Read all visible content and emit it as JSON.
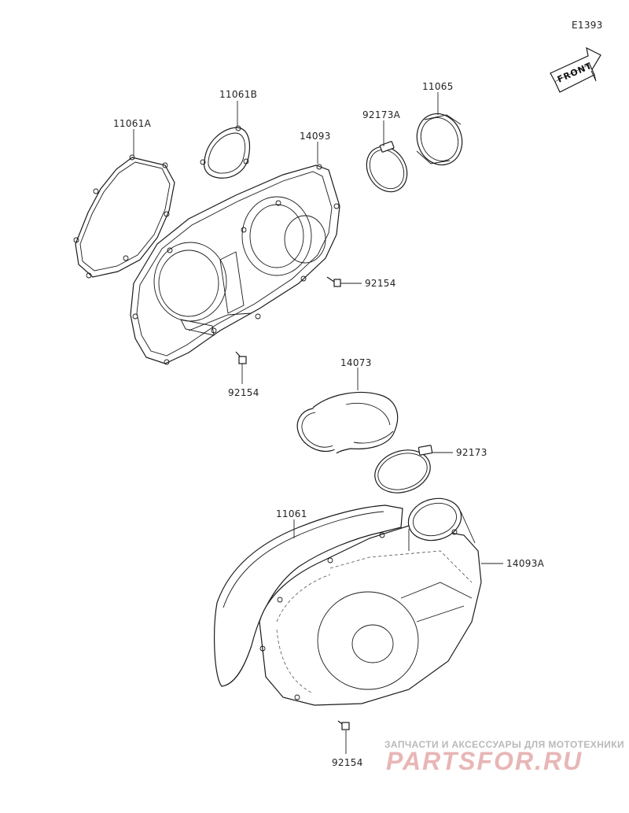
{
  "diagram_code": "E1393",
  "front_label": "FRONT",
  "parts": {
    "gasket_a": "11061A",
    "gasket_b": "11061B",
    "cover": "14093",
    "clamp_a": "92173A",
    "seal": "11065",
    "bolt_1": "92154",
    "bolt_2": "92154",
    "duct": "14073",
    "clamp": "92173",
    "gasket": "11061",
    "cover_a": "14093A",
    "bolt_3": "92154"
  },
  "watermark": {
    "line1": "ЗАПЧАСТИ И АКСЕССУАРЫ ДЛЯ МОТОТЕХНИКИ",
    "line2": "PARTSFOR.RU"
  }
}
